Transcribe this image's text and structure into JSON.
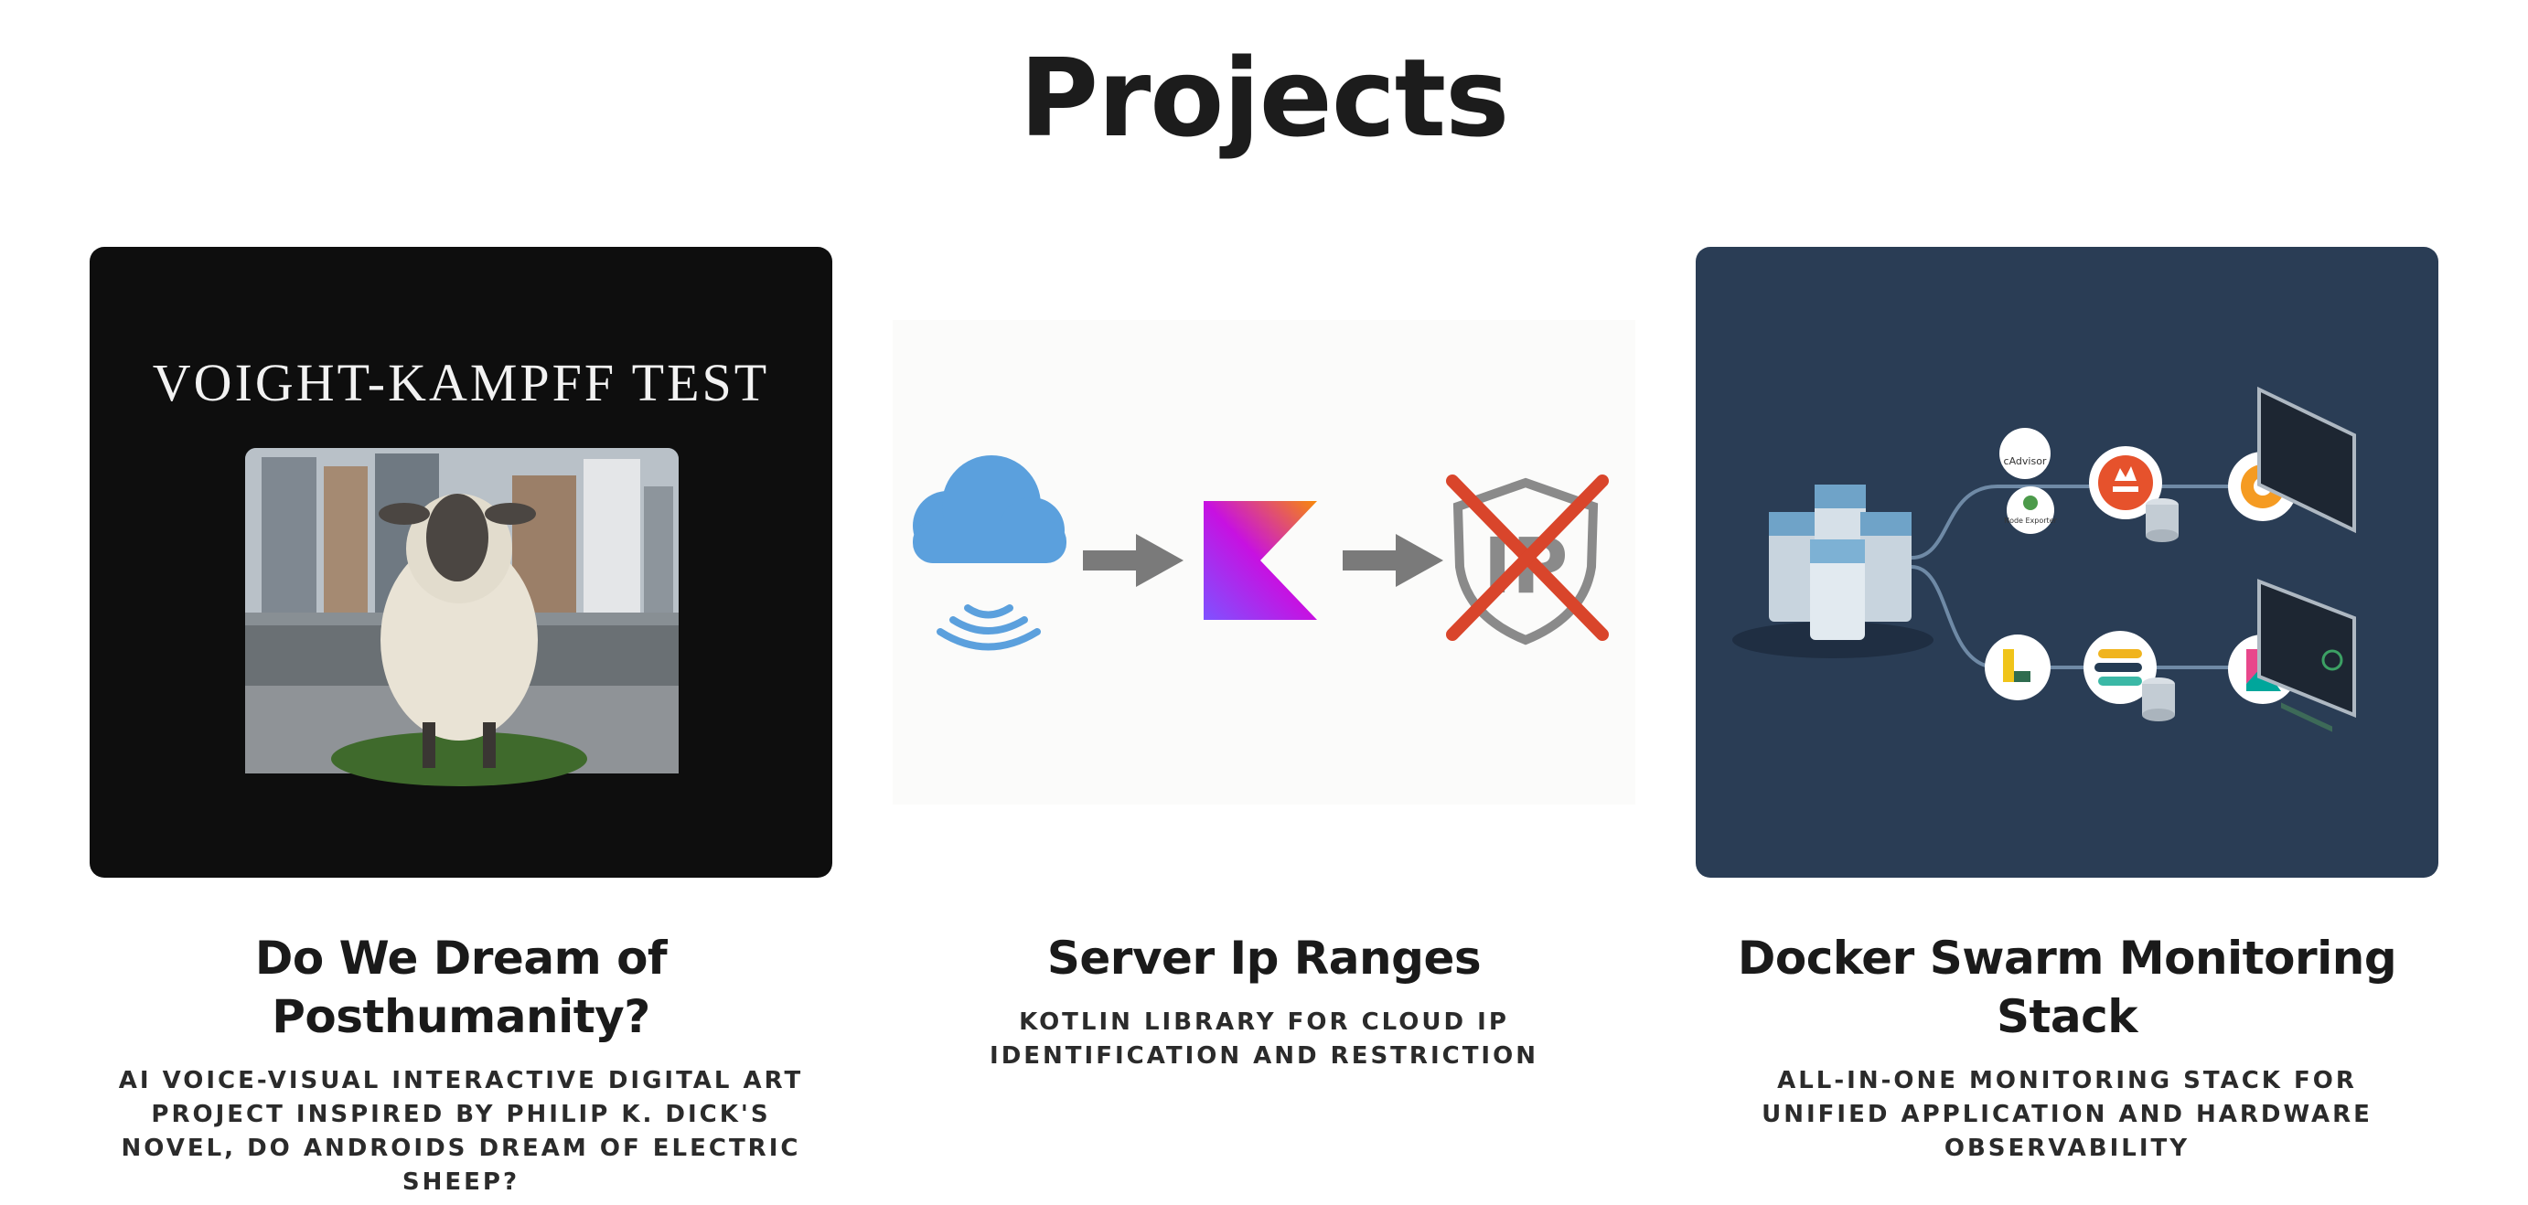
{
  "page": {
    "title": "Projects"
  },
  "projects": [
    {
      "title": "Do We Dream of Posthumanity?",
      "description": "AI voice-visual interactive digital art project inspired by Philip K. Dick's novel, Do Androids Dream of Electric Sheep?",
      "image": {
        "banner_text": "VOIGHT-KAMPFF TEST"
      }
    },
    {
      "title": "Server Ip Ranges",
      "description": "Kotlin library for cloud IP identification and restriction",
      "image": {}
    },
    {
      "title": "Docker Swarm Monitoring Stack",
      "description": "All-in-one monitoring stack for unified application and hardware observability",
      "image": {
        "cadvisor_label": "cAdvisor",
        "node_exporter_label": "Node Exporter"
      }
    }
  ],
  "colors": {
    "card1_bg": "#0e0e0e",
    "card3_bg": "#2a3d55",
    "cloud": "#5ba0dd",
    "arrow": "#7a7a7a",
    "cross": "#d9452b"
  }
}
